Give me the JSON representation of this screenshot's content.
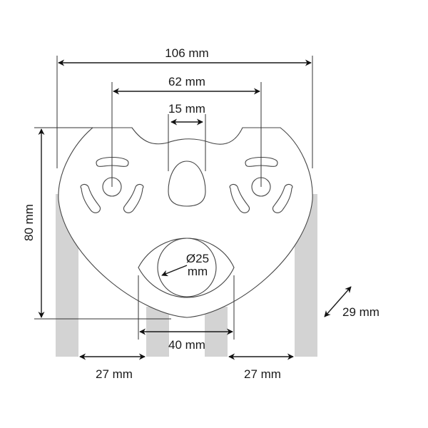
{
  "title": "Double pulley dimension diagram",
  "colors": {
    "rope": "#d3d3d3",
    "line": "#1a1a1a"
  },
  "dimensions": {
    "overall_width": "106 mm",
    "pulley_spacing": "62 mm",
    "attachment_hole_width": "15 mm",
    "height": "80 mm",
    "bottom_hole_diameter": "Ø25",
    "bottom_hole_unit": "mm",
    "center_rope_spacing": "40 mm",
    "left_rope_gap": "27 mm",
    "right_rope_gap": "27 mm",
    "thickness": "29 mm"
  }
}
